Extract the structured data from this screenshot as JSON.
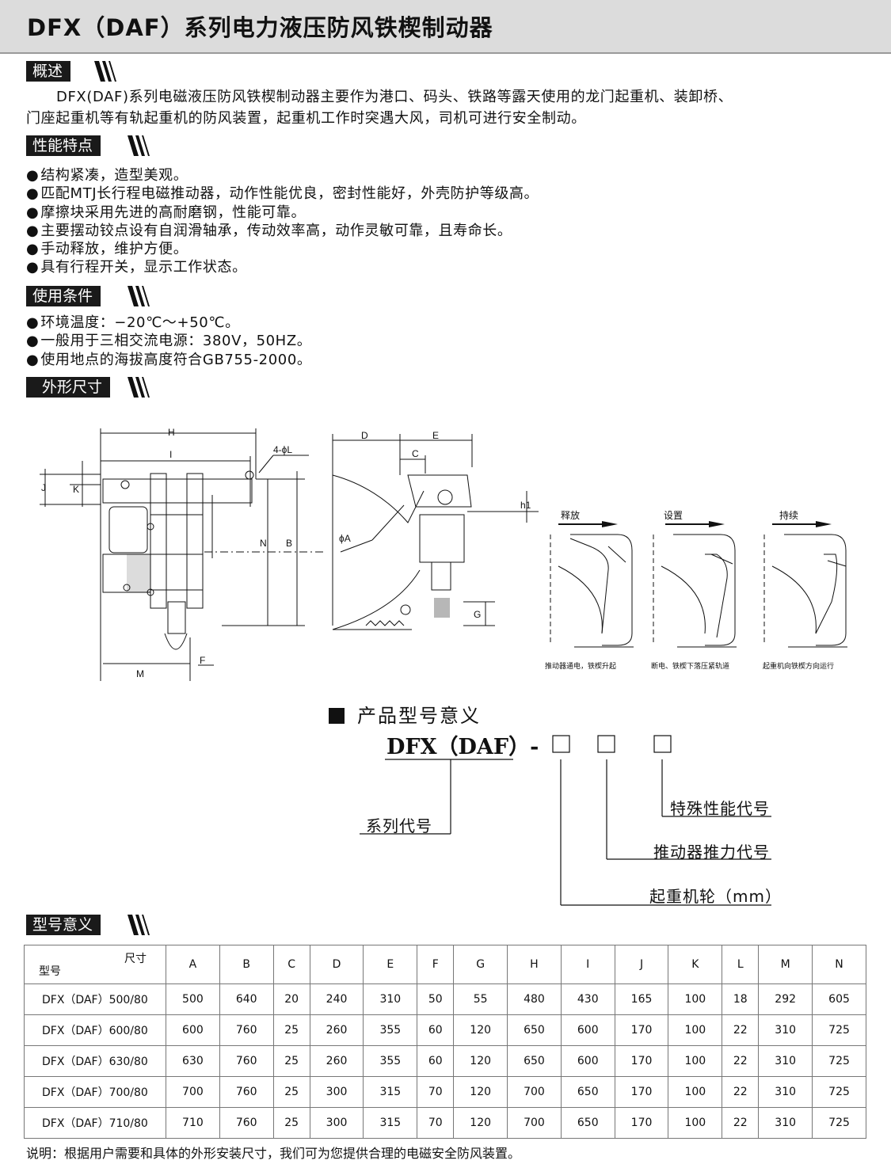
{
  "title": "DFX（DAF）系列电力液压防风铁楔制动器",
  "sections": {
    "overview": "概述",
    "features": "性能特点",
    "conditions": "使用条件",
    "dimensions": "外形尺寸",
    "model_table": "型号意义"
  },
  "overview_text_1": "DFX(DAF)系列电磁液压防风铁楔制动器主要作为港口、码头、铁路等露天使用的龙门起重机、装卸桥、",
  "overview_text_2": "门座起重机等有轨起重机的防风装置，起重机工作时突遇大风，司机可进行安全制动。",
  "features": [
    "结构紧凑，造型美观。",
    "匹配MTJ长行程电磁推动器，动作性能优良，密封性能好，外壳防护等级高。",
    "摩擦块采用先进的高耐磨钢，性能可靠。",
    "主要摆动铰点设有自润滑轴承，传动效率高，动作灵敏可靠，且寿命长。",
    "手动释放，维护方便。",
    "具有行程开关，显示工作状态。"
  ],
  "conditions": [
    "环境温度：−20℃～+50℃。",
    "一般用于三相交流电源：380V，50HZ。",
    "使用地点的海拔高度符合GB755-2000。"
  ],
  "drawing_labels": {
    "H": "H",
    "I": "I",
    "J": "J",
    "K": "K",
    "N": "N",
    "B": "B",
    "M": "M",
    "F": "F",
    "phiL": "4-ϕL",
    "D": "D",
    "E": "E",
    "C": "C",
    "h1": "h1",
    "phiA": "ϕA",
    "G": "G"
  },
  "states": [
    {
      "name": "释放",
      "caption": "推动器通电，铁楔升起"
    },
    {
      "name": "设置",
      "caption": "断电、铁楔下落压紧轨道"
    },
    {
      "name": "持续",
      "caption": "起重机向铁楔方向运行"
    }
  ],
  "model_meaning": {
    "title": "产品型号意义",
    "code": "DFX（DAF）-",
    "series": "系列代号",
    "special": "特殊性能代号",
    "thrust": "推动器推力代号",
    "wheel": "起重机轮（mm）"
  },
  "table": {
    "corner_top": "尺寸",
    "corner_bottom": "型号",
    "headers": [
      "A",
      "B",
      "C",
      "D",
      "E",
      "F",
      "G",
      "H",
      "I",
      "J",
      "K",
      "L",
      "M",
      "N"
    ],
    "rows": [
      {
        "model": "DFX（DAF）500/80",
        "values": [
          "500",
          "640",
          "20",
          "240",
          "310",
          "50",
          "55",
          "480",
          "430",
          "165",
          "100",
          "18",
          "292",
          "605"
        ]
      },
      {
        "model": "DFX（DAF）600/80",
        "values": [
          "600",
          "760",
          "25",
          "260",
          "355",
          "60",
          "120",
          "650",
          "600",
          "170",
          "100",
          "22",
          "310",
          "725"
        ]
      },
      {
        "model": "DFX（DAF）630/80",
        "values": [
          "630",
          "760",
          "25",
          "260",
          "355",
          "60",
          "120",
          "650",
          "600",
          "170",
          "100",
          "22",
          "310",
          "725"
        ]
      },
      {
        "model": "DFX（DAF）700/80",
        "values": [
          "700",
          "760",
          "25",
          "300",
          "315",
          "70",
          "120",
          "700",
          "650",
          "170",
          "100",
          "22",
          "310",
          "725"
        ]
      },
      {
        "model": "DFX（DAF）710/80",
        "values": [
          "710",
          "760",
          "25",
          "300",
          "315",
          "70",
          "120",
          "700",
          "650",
          "170",
          "100",
          "22",
          "310",
          "725"
        ]
      }
    ]
  },
  "note": "说明：根据用户需要和具体的外形安装尺寸，我们可为您提供合理的电磁安全防风装置。"
}
